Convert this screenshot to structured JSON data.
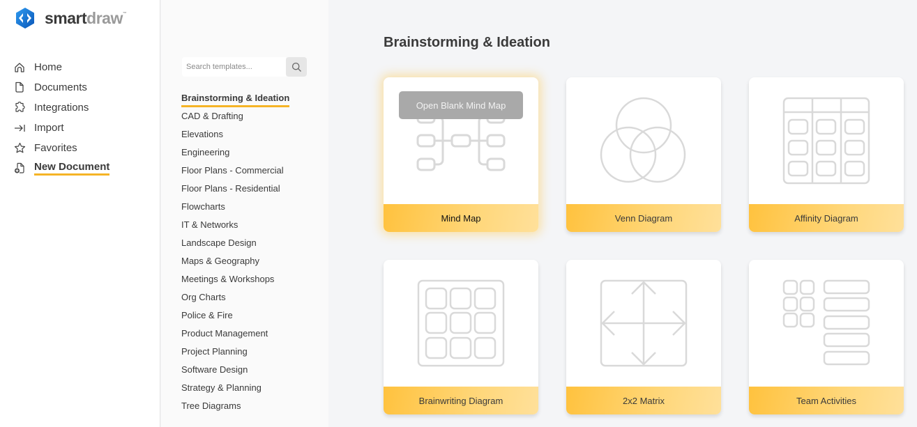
{
  "app": {
    "logo": {
      "part1": "smart",
      "part2": "draw",
      "tm": "™"
    }
  },
  "nav": {
    "items": [
      {
        "label": "Home",
        "icon": "home-icon"
      },
      {
        "label": "Documents",
        "icon": "document-icon"
      },
      {
        "label": "Integrations",
        "icon": "puzzle-icon"
      },
      {
        "label": "Import",
        "icon": "import-arrow-icon"
      },
      {
        "label": "Favorites",
        "icon": "star-icon"
      },
      {
        "label": "New Document",
        "icon": "new-document-icon",
        "active": true
      }
    ]
  },
  "categories": {
    "search": {
      "placeholder": "Search templates...",
      "value": ""
    },
    "items": [
      {
        "label": "Brainstorming & Ideation",
        "active": true
      },
      {
        "label": "CAD & Drafting"
      },
      {
        "label": "Elevations"
      },
      {
        "label": "Engineering"
      },
      {
        "label": "Floor Plans - Commercial"
      },
      {
        "label": "Floor Plans - Residential"
      },
      {
        "label": "Flowcharts"
      },
      {
        "label": "IT & Networks"
      },
      {
        "label": "Landscape Design"
      },
      {
        "label": "Maps & Geography"
      },
      {
        "label": "Meetings & Workshops"
      },
      {
        "label": "Org Charts"
      },
      {
        "label": "Police & Fire"
      },
      {
        "label": "Product Management"
      },
      {
        "label": "Project Planning"
      },
      {
        "label": "Software Design"
      },
      {
        "label": "Strategy & Planning"
      },
      {
        "label": "Tree Diagrams"
      }
    ]
  },
  "main": {
    "title": "Brainstorming & Ideation",
    "cards": [
      {
        "label": "Mind Map",
        "icon": "mind-map-icon",
        "hover_button": "Open Blank Mind Map"
      },
      {
        "label": "Venn Diagram",
        "icon": "venn-diagram-icon"
      },
      {
        "label": "Affinity Diagram",
        "icon": "affinity-diagram-icon"
      },
      {
        "label": "Brainwriting Diagram",
        "icon": "brainwriting-icon"
      },
      {
        "label": "2x2 Matrix",
        "icon": "matrix-icon"
      },
      {
        "label": "Team Activities",
        "icon": "team-activities-icon"
      }
    ]
  },
  "colors": {
    "accent": "#f5b426",
    "footer_gradient_start": "#ffc23e",
    "footer_gradient_end": "#ffe09a",
    "logo_blue": "#1a73d9",
    "text": "#3a3a3a",
    "icon_gray": "#d9d9d9"
  }
}
